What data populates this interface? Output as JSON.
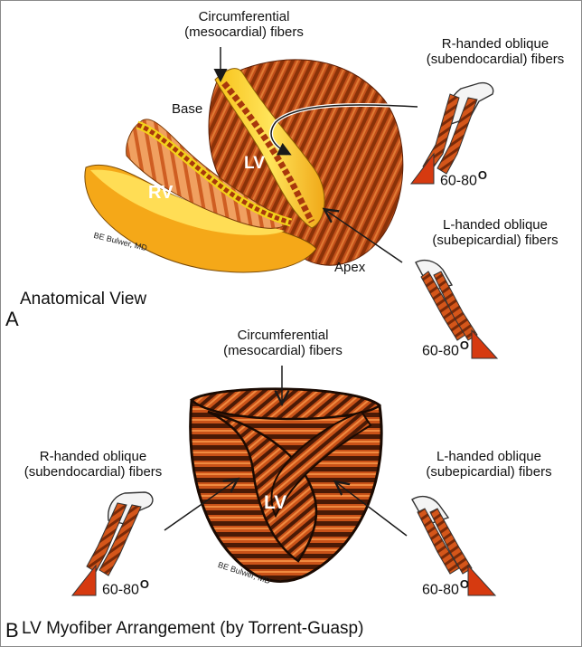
{
  "panel_a": {
    "letter": "A",
    "title": "Anatomical View",
    "top_label_line1": "Circumferential",
    "top_label_line2": "(mesocardial) fibers",
    "right_top_line1": "R-handed oblique",
    "right_top_line2": "(subendocardial) fibers",
    "right_bottom_line1": "L-handed oblique",
    "right_bottom_line2": "(subepicardial) fibers",
    "base": "Base",
    "apex": "Apex",
    "rv": "RV",
    "lv": "LV",
    "angle_top": "60-80",
    "angle_bottom": "60-80",
    "credit": "BE Bulwer, MD"
  },
  "panel_b": {
    "letter": "B",
    "title": "LV Myofiber Arrangement (by Torrent-Guasp)",
    "top_label_line1": "Circumferential",
    "top_label_line2": "(mesocardial) fibers",
    "left_line1": "R-handed oblique",
    "left_line2": "(subendocardial) fibers",
    "right_line1": "L-handed oblique",
    "right_line2": "(subepicardial) fibers",
    "lv": "LV",
    "angle_left": "60-80",
    "angle_right": "60-80",
    "credit": "BE Bulwer, MD"
  },
  "colors": {
    "fiber_dark": "#7a2a08",
    "fiber_mid": "#c4501a",
    "fiber_light": "#e8843c",
    "yellow_band": "#f2d21a",
    "angle_wedge": "#d63a10",
    "arrow": "#1a1a1a"
  }
}
